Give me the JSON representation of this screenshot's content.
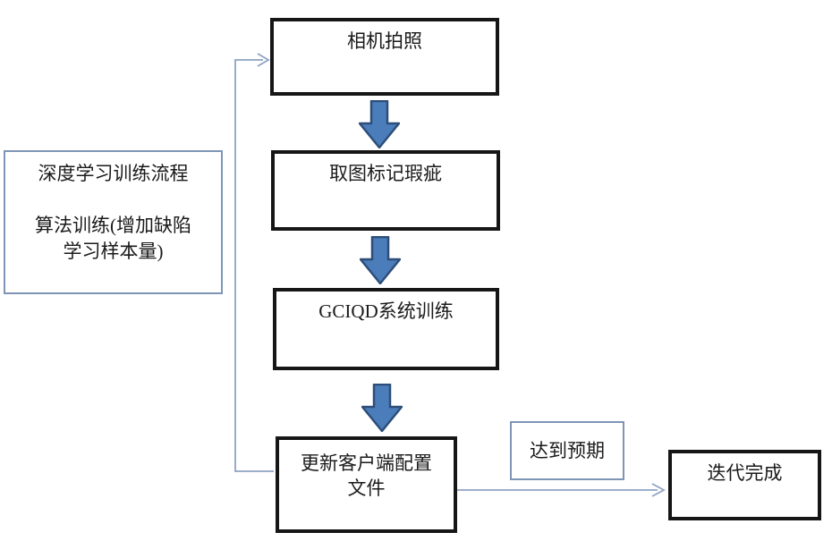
{
  "diagram": {
    "left_panel": {
      "line1": "深度学习训练流程",
      "line2": "算法训练(增加缺陷",
      "line3": "学习样本量)"
    },
    "nodes": {
      "camera": {
        "label": "相机拍照"
      },
      "mark_defects": {
        "label": "取图标记瑕疵"
      },
      "system_training": {
        "label": "GCIQD系统训练"
      },
      "update_config": {
        "line1": "更新客户端配置",
        "line2": "文件"
      },
      "expectation": {
        "label": "达到预期"
      },
      "iteration_done": {
        "label": "迭代完成"
      }
    },
    "colors": {
      "background": "#ffffff",
      "text": "#1a1a1a",
      "box_border": "#161616",
      "thin_border": "#7e95b5",
      "connector": "#8ea3c4",
      "arrow_fill": "#4b7dbb",
      "arrow_stroke": "#2d4e79"
    }
  }
}
